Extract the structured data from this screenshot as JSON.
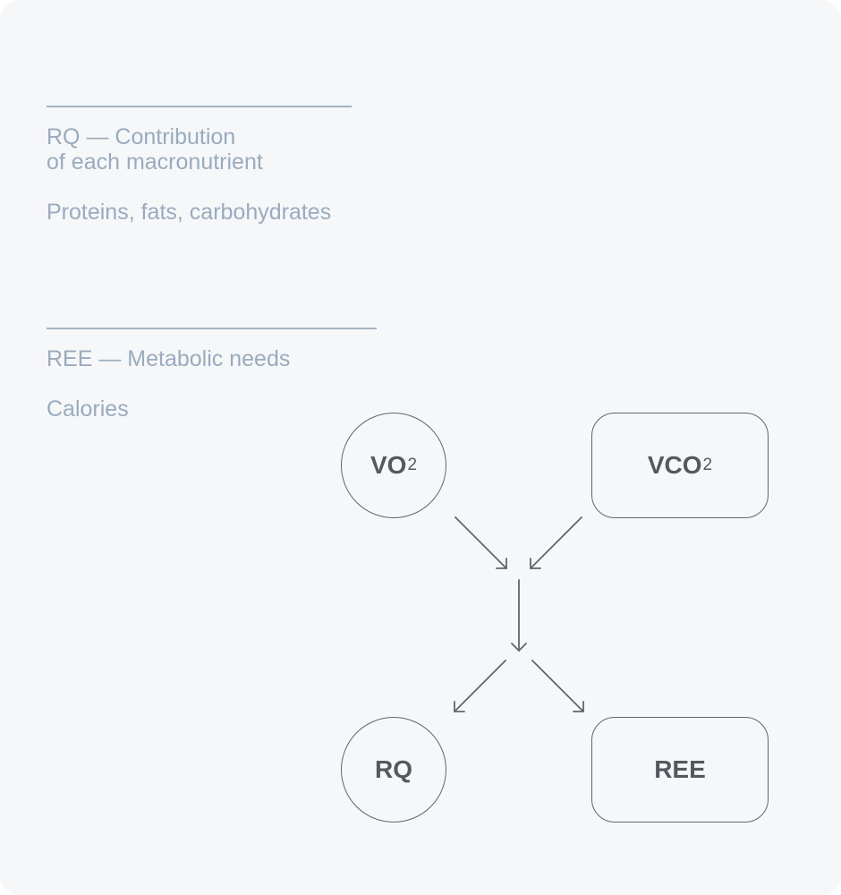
{
  "legend": {
    "rq": {
      "line1": "RQ — Contribution",
      "line2": "of each macronutrient",
      "detail": "Proteins, fats, carbohydrates"
    },
    "ree": {
      "title": "REE — Metabolic needs",
      "detail": "Calories"
    }
  },
  "nodes": {
    "vo2": {
      "main": "VO",
      "sub": "2"
    },
    "vco2": {
      "main": "VCO",
      "sub": "2"
    },
    "rq": {
      "main": "RQ"
    },
    "ree": {
      "main": "REE"
    }
  },
  "colors": {
    "background": "#f6f7f9",
    "legend_text": "#9aabbd",
    "rule": "#a3b3c3",
    "stroke": "#62656d"
  }
}
